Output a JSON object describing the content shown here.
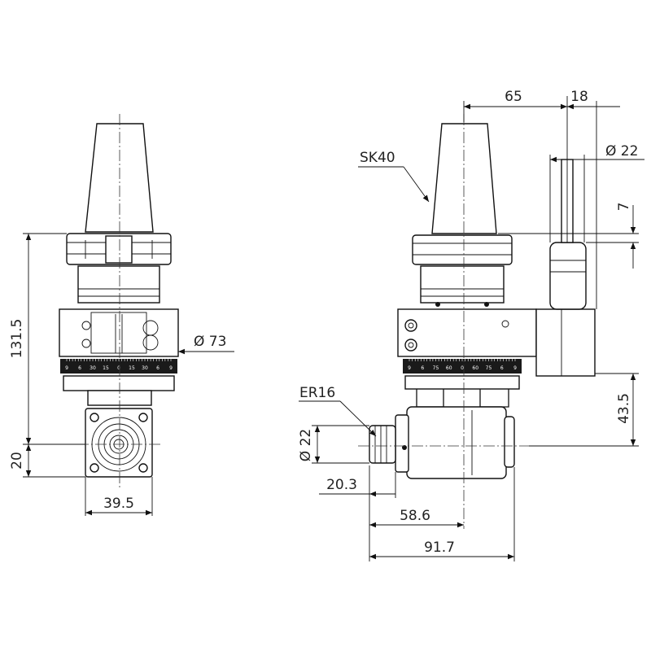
{
  "drawing": {
    "front_view": {
      "dims": {
        "height_total": "131.5",
        "spindle_offset": "20",
        "width": "39.5",
        "diameter": "Ø 73"
      },
      "scale_ticks": [
        "9",
        "6",
        "30",
        "15",
        "0",
        "15",
        "30",
        "6",
        "9"
      ]
    },
    "side_view": {
      "dims": {
        "offset_a": "65",
        "offset_b": "18",
        "pin_diameter": "Ø 22",
        "pin_height": "7",
        "height_b": "43.5",
        "collet_diameter": "Ø 22",
        "len_a": "20.3",
        "len_b": "58.6",
        "len_c": "91.7"
      },
      "callouts": {
        "taper": "SK40",
        "collet": "ER16"
      },
      "scale_ticks": [
        "9",
        "6",
        "75",
        "60",
        "0",
        "60",
        "75",
        "6",
        "9"
      ]
    }
  }
}
